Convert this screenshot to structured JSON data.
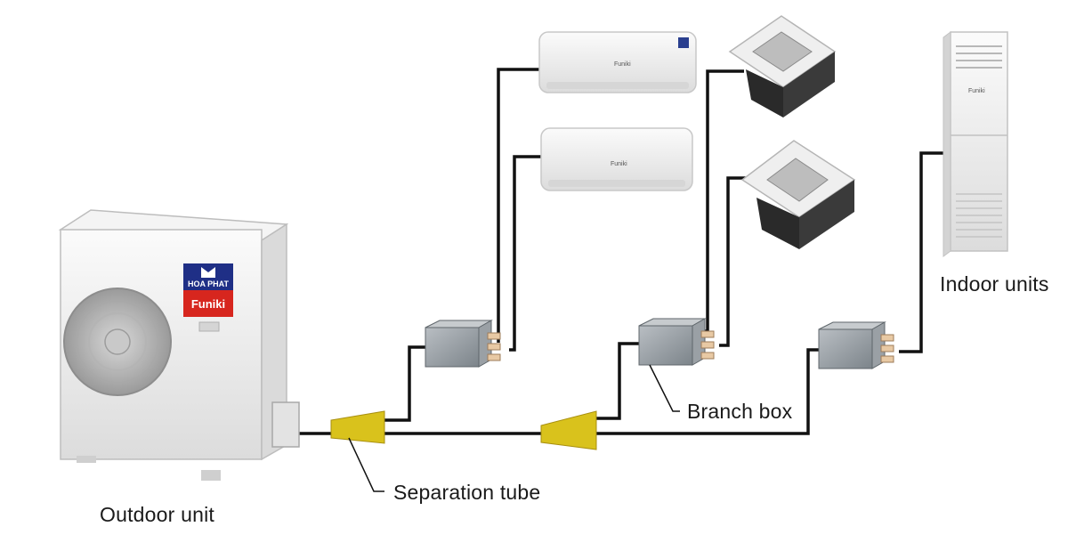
{
  "labels": {
    "outdoor_unit": "Outdoor unit",
    "separation_tube": "Separation tube",
    "branch_box": "Branch box",
    "indoor_units": "Indoor units"
  },
  "brand": {
    "top": "HOA PHAT",
    "bottom": "Funiki",
    "unit_badge": "Funiki"
  },
  "colors": {
    "pipe": "#111111",
    "separation_tube": "#d9c21c",
    "brand_blue": "#1f2f86",
    "brand_red": "#d7261e",
    "unit_white": "#f2f2f2",
    "branch_box": "#8f969c"
  }
}
